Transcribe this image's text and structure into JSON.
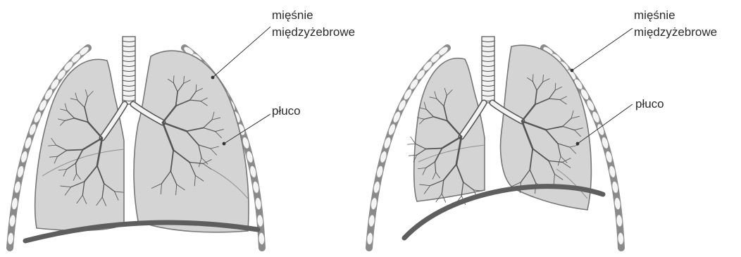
{
  "panels": [
    {
      "id": "exhale",
      "labels": {
        "muscles_line1": "mięśnie",
        "muscles_line2": "międzyżebrowe",
        "lung": "płuco"
      }
    },
    {
      "id": "inhale",
      "labels": {
        "muscles_line1": "mięśnie",
        "muscles_line2": "międzyżebrowe",
        "lung": "płuco"
      }
    }
  ],
  "colors": {
    "lung_fill": "#d4d4d4",
    "lung_stroke": "#777777",
    "bronchi_fill": "#f3f3f3",
    "bronchi_stroke": "#555555",
    "diaphragm": "#5e5e5e",
    "rib_wall": "#8a8a8a",
    "rib_segment": "#f5f5f5",
    "leader_line": "#333333"
  }
}
